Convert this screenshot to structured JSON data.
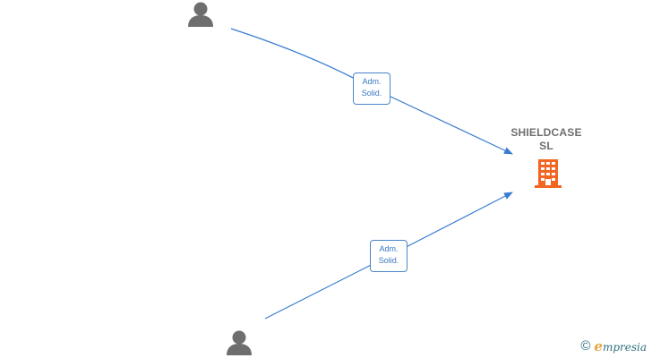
{
  "nodes": {
    "company": {
      "name_line1": "SHIELDCASE",
      "name_line2": "SL"
    }
  },
  "edges": [
    {
      "from": "person-top",
      "to": "company",
      "label_line1": "Adm.",
      "label_line2": "Solid."
    },
    {
      "from": "person-bottom",
      "to": "company",
      "label_line1": "Adm.",
      "label_line2": "Solid."
    }
  ],
  "colors": {
    "edge": "#3a7dd0",
    "company_icon": "#f26522",
    "person_icon": "#6e6e6e"
  },
  "watermark": {
    "symbol": "©",
    "brand_initial": "e",
    "brand_rest": "mpresia"
  }
}
